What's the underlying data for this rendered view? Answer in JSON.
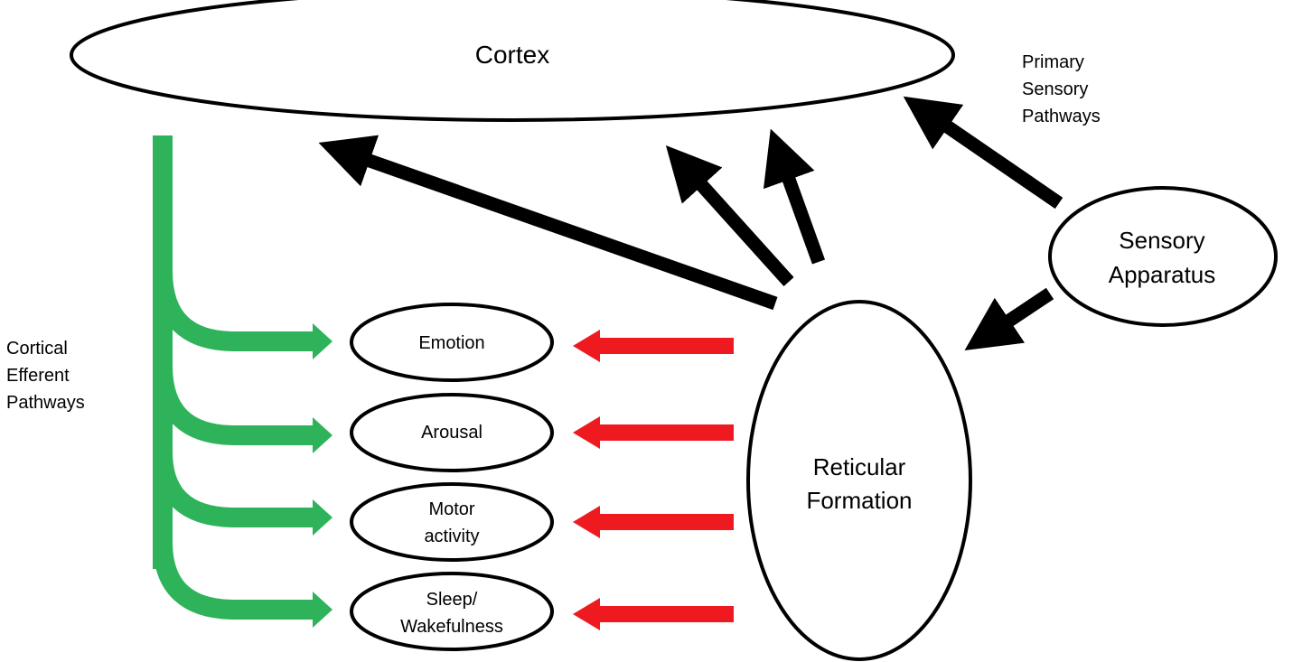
{
  "colors": {
    "outline": "#000000",
    "green_pathway": "#2eb35a",
    "red_pathway": "#ef1a1f",
    "black_arrow": "#000000"
  },
  "nodes": {
    "cortex": "Cortex",
    "sensory_apparatus": [
      "Sensory",
      "Apparatus"
    ],
    "reticular_formation": [
      "Reticular",
      "Formation"
    ],
    "emotion": "Emotion",
    "arousal": "Arousal",
    "motor_activity": [
      "Motor",
      "activity"
    ],
    "sleep_wakefulness": [
      "Sleep/",
      "Wakefulness"
    ]
  },
  "labels": {
    "primary_sensory_pathways": [
      "Primary",
      "Sensory",
      "Pathways"
    ],
    "cortical_efferent_pathways": [
      "Cortical",
      "Efferent",
      "Pathways"
    ]
  }
}
